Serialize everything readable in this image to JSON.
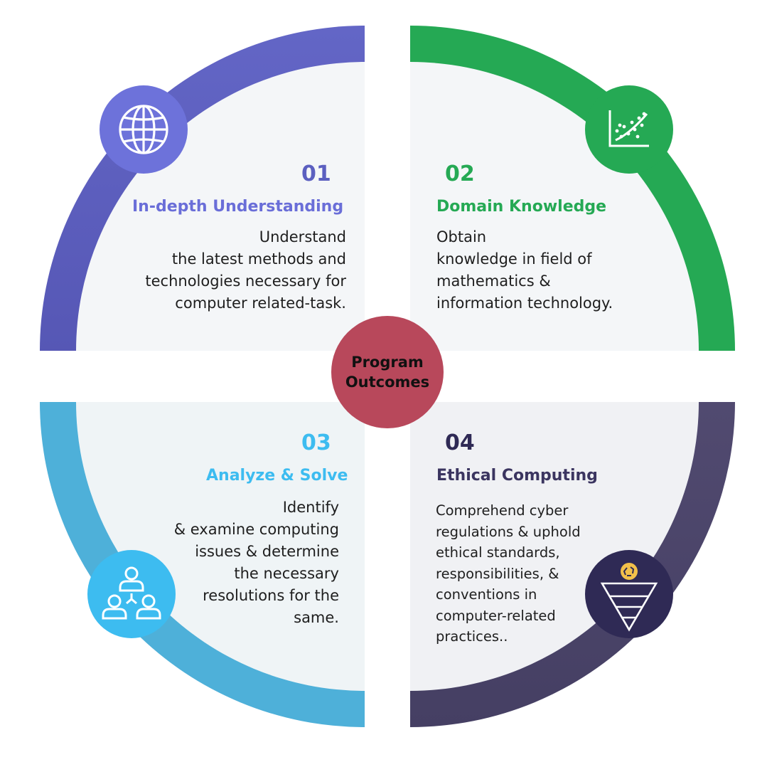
{
  "center": {
    "line1": "Program",
    "line2": "Outcomes",
    "color": "#b8485b"
  },
  "quadrants": [
    {
      "number": "01",
      "title": "In-depth Understanding",
      "lines": [
        "Understand",
        "the latest methods and",
        "technologies necessary for",
        "computer related-task."
      ],
      "color": "#5b5fc0",
      "icon_bg": "#6d72da",
      "icon": "globe-icon"
    },
    {
      "number": "02",
      "title": "Domain Knowledge",
      "lines": [
        "Obtain",
        "knowledge in field of",
        "mathematics &",
        "information technology."
      ],
      "color": "#25a954",
      "icon_bg": "#25a954",
      "icon": "scatter-chart-icon"
    },
    {
      "number": "03",
      "title": "Analyze & Solve",
      "lines": [
        "Identify",
        "& examine computing",
        "issues & determine",
        "the necessary",
        "resolutions for the",
        "same."
      ],
      "color": "#4eb0d9",
      "icon_bg": "#3dbcf0",
      "icon": "team-network-icon"
    },
    {
      "number": "04",
      "title": "Ethical Computing",
      "lines": [
        "Comprehend cyber",
        "regulations & uphold",
        "ethical standards,",
        "responsibilities, &",
        "conventions in",
        "computer-related",
        "practices.."
      ],
      "color": "#4a4468",
      "icon_bg": "#2f2a55",
      "icon": "recycle-funnel-icon"
    }
  ]
}
